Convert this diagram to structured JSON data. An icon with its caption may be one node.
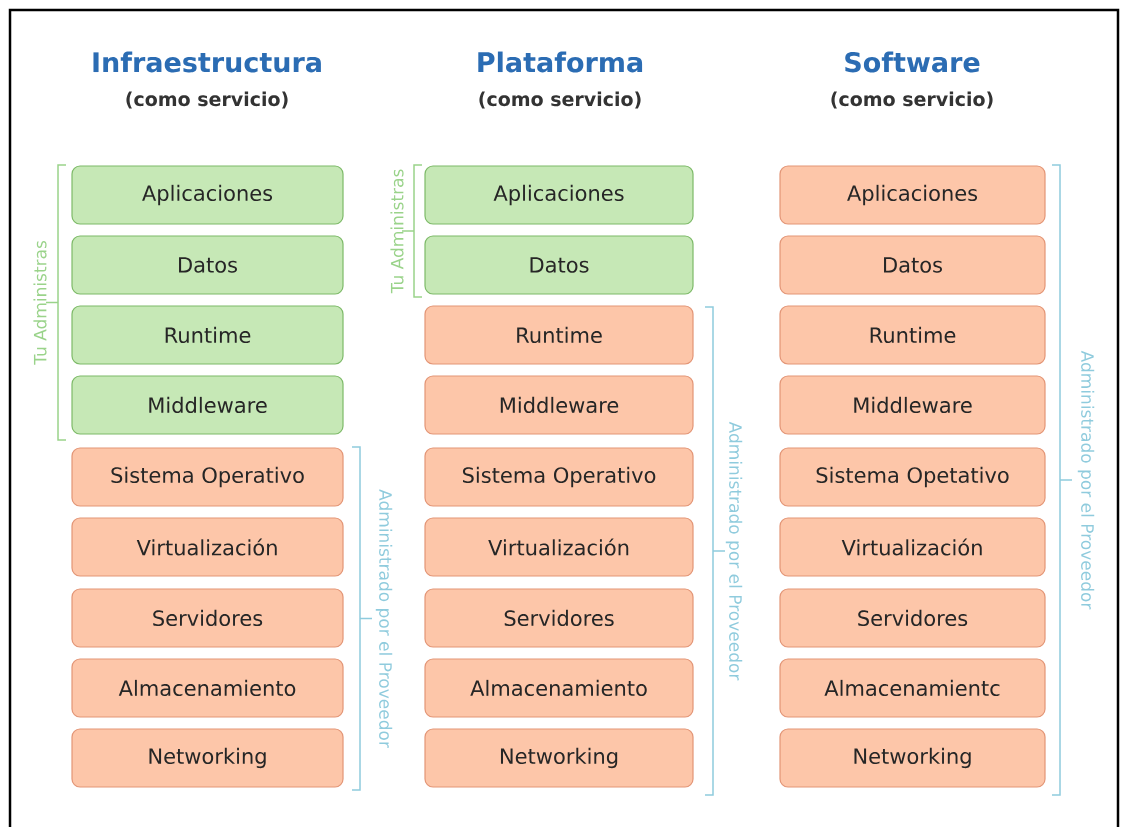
{
  "diagram": {
    "nodes": [
      {
        "text": [
          "Aplicaciones"
        ]
      },
      {
        "text": [
          "Datos"
        ]
      },
      {
        "text": [
          "Runtime"
        ]
      },
      {
        "text": [
          "Middleware"
        ]
      },
      {
        "text": [
          "Sistema Operativo"
        ]
      },
      {
        "text": [
          "Virtualización"
        ]
      },
      {
        "text": [
          "Servidores"
        ]
      },
      {
        "text": [
          "Almacenamiento"
        ]
      },
      {
        "text": [
          "Networking"
        ]
      },
      {
        "text": [
          "Aplicaciones"
        ]
      },
      {
        "text": [
          "Datos"
        ]
      },
      {
        "text": [
          "Runtime"
        ]
      },
      {
        "text": [
          "Middleware"
        ]
      },
      {
        "text": [
          "Sistema Operativo"
        ]
      },
      {
        "text": [
          "Virtualización"
        ]
      },
      {
        "text": [
          "Servidores"
        ]
      },
      {
        "text": [
          "Almacenamiento"
        ]
      },
      {
        "text": [
          "Networking"
        ]
      },
      {
        "text": [
          "Aplicaciones"
        ]
      },
      {
        "text": [
          "Datos"
        ]
      },
      {
        "text": [
          "Runtime"
        ]
      },
      {
        "text": [
          "Middleware"
        ]
      },
      {
        "text": [
          "Sistema Opetativo"
        ]
      },
      {
        "text": [
          "Virtualización"
        ]
      },
      {
        "text": [
          "Servidores"
        ]
      },
      {
        "text": [
          "Almacenamientc"
        ]
      },
      {
        "text": [
          "Networking"
        ]
      }
    ],
    "labels": [
      "Infraestructura",
      "(como servicio)",
      "Plataforma",
      "(como servicio)",
      "Software",
      "(como servicio)",
      "Tu Administras",
      "Tu Administras",
      "Administrado por el Proveedor",
      "Administrado por el Proveedor",
      "Administrado por el Proveedor"
    ]
  }
}
